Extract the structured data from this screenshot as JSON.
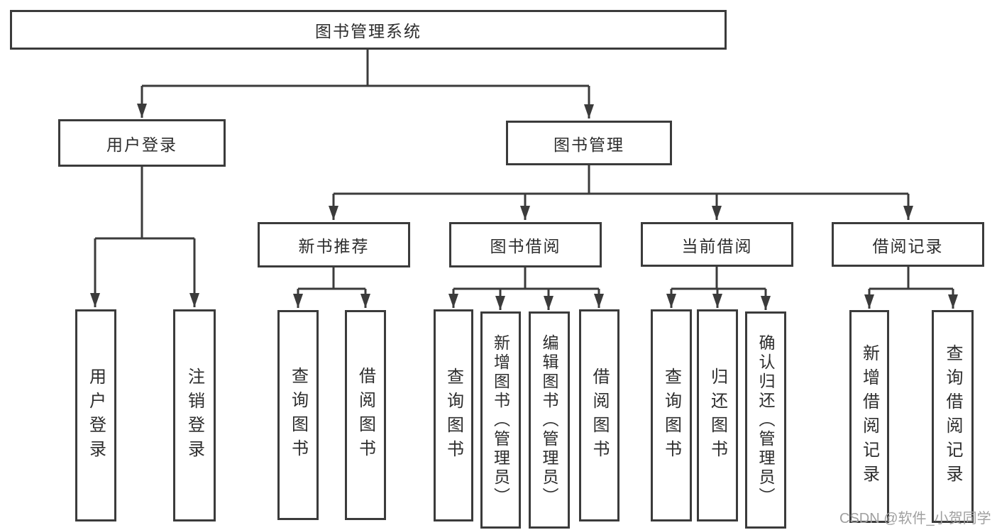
{
  "diagram": {
    "title": "图书管理系统",
    "user_login": {
      "label": "用户登录",
      "leaves": [
        "用户登录",
        "注销登录"
      ]
    },
    "book_mgmt": {
      "label": "图书管理",
      "sections": [
        {
          "label": "新书推荐",
          "leaves": [
            "查询图书",
            "借阅图书"
          ]
        },
        {
          "label": "图书借阅",
          "leaves": [
            "查询图书",
            "新增图书（管理员）",
            "编辑图书（管理员）",
            "借阅图书"
          ]
        },
        {
          "label": "当前借阅",
          "leaves": [
            "查询图书",
            "归还图书",
            "确认归还（管理员）"
          ]
        },
        {
          "label": "借阅记录",
          "leaves": [
            "新增借阅记录",
            "查询借阅记录"
          ]
        }
      ]
    }
  },
  "watermark": "CSDN @软件_小贺同学",
  "colors": {
    "line": "#3b3b3b",
    "text": "#2d2d2d",
    "watermark": "#a0a0a0",
    "background": "#ffffff"
  }
}
